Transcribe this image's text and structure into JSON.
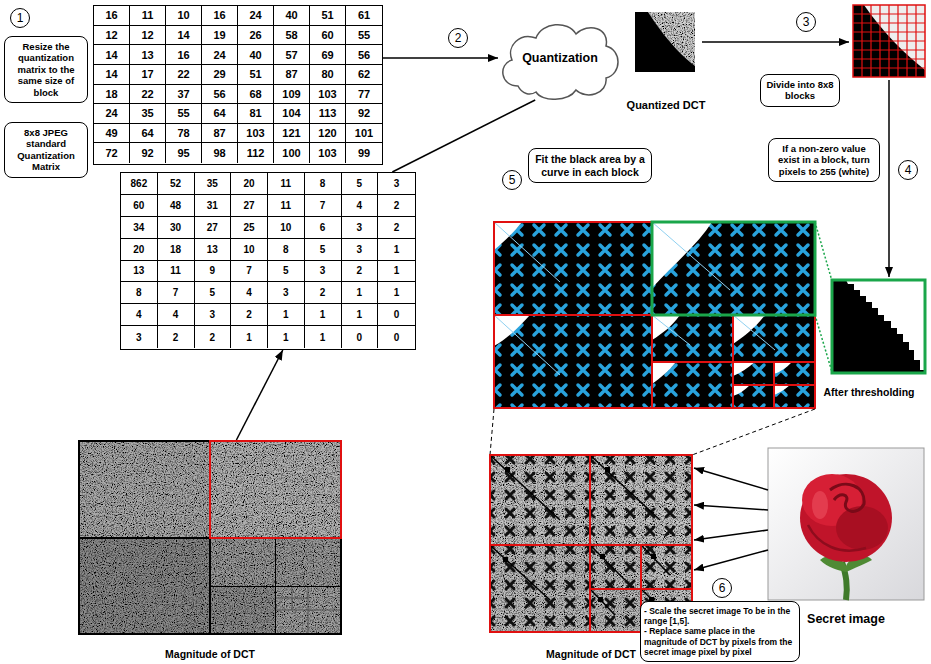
{
  "diagram": {
    "nodes": [
      {
        "text": [
          "Resize the quantization matrix to the same size of block"
        ]
      },
      {
        "text": [
          "8x8 JPEG standard Quantization Matrix"
        ]
      },
      {
        "text": [
          "16",
          "11",
          "10",
          "16",
          "24",
          "40",
          "51",
          "61",
          "12",
          "12",
          "14",
          "19",
          "26",
          "58",
          "60",
          "55",
          "14",
          "13",
          "16",
          "24",
          "40",
          "57",
          "69",
          "56",
          "14",
          "17",
          "22",
          "29",
          "51",
          "87",
          "80",
          "62",
          "18",
          "22",
          "37",
          "56",
          "68",
          "109",
          "103",
          "77",
          "24",
          "35",
          "55",
          "64",
          "81",
          "104",
          "113",
          "92",
          "49",
          "64",
          "78",
          "87",
          "103",
          "121",
          "120",
          "101",
          "72",
          "92",
          "95",
          "98",
          "112",
          "100",
          "103",
          "99"
        ]
      },
      {
        "text": [
          "Quantization"
        ]
      },
      {
        "text": [
          "Quantized DCT"
        ]
      },
      {
        "text": [
          "Divide into 8x8 blocks"
        ]
      },
      {
        "text": [
          "If a non-zero value exist in a block, turn pixels to 255 (white)"
        ]
      },
      {
        "text": [
          "Fit the black area by a curve in each block"
        ]
      },
      {
        "text": [
          "862",
          "52",
          "35",
          "20",
          "11",
          "8",
          "5",
          "3",
          "60",
          "48",
          "31",
          "27",
          "11",
          "7",
          "4",
          "2",
          "34",
          "30",
          "27",
          "25",
          "10",
          "6",
          "3",
          "2",
          "20",
          "18",
          "13",
          "10",
          "8",
          "5",
          "3",
          "1",
          "13",
          "11",
          "9",
          "7",
          "5",
          "3",
          "2",
          "1",
          "8",
          "7",
          "5",
          "4",
          "3",
          "2",
          "1",
          "1",
          "4",
          "4",
          "3",
          "2",
          "1",
          "1",
          "1",
          "0",
          "3",
          "2",
          "2",
          "1",
          "1",
          "1",
          "0",
          "0"
        ]
      },
      {
        "text": [
          "After thresholding"
        ]
      },
      {
        "text": [
          "Magnitude of DCT"
        ]
      },
      {
        "text": [
          "Magnitude of DCT"
        ]
      },
      {
        "text": [
          "Secret image"
        ]
      },
      {
        "text": [
          "- Scale the secret image To be in the range [1,5].",
          "- Replace same place in the magnitude of DCT by pixels from the secret image pixel by pixel"
        ]
      }
    ],
    "edges": [
      {
        "from": 2,
        "to": 3,
        "arrow": "to"
      },
      {
        "from": 3,
        "to": 8,
        "arrow": "none"
      },
      {
        "from": 10,
        "to": 8,
        "arrow": "to"
      },
      {
        "from": 12,
        "to": 11,
        "arrow": "to"
      },
      {
        "from": 12,
        "to": 11,
        "arrow": "to"
      },
      {
        "from": 12,
        "to": 11,
        "arrow": "to"
      },
      {
        "from": 12,
        "to": 11,
        "arrow": "to"
      }
    ],
    "labels": [
      "1",
      "2",
      "3",
      "4",
      "5",
      "6"
    ]
  }
}
